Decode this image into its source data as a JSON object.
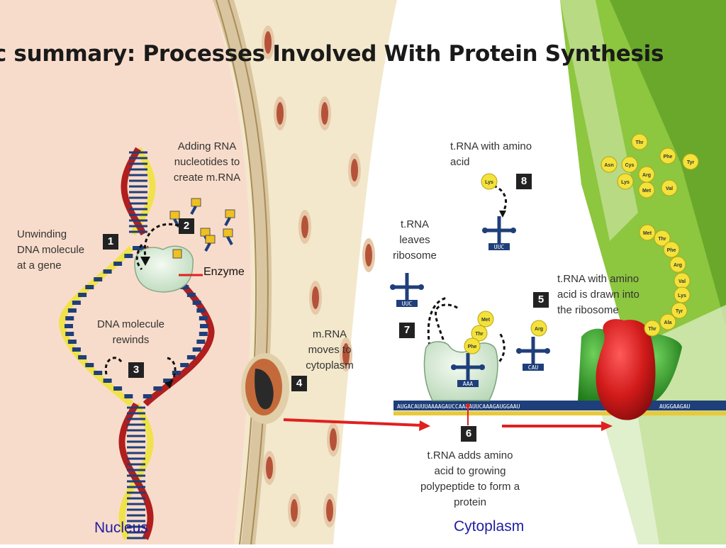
{
  "title": "tic summary: Processes Involved With Protein Synthesis",
  "labels": {
    "adding_rna": [
      "Adding RNA",
      "nucleotides to",
      "create m.RNA"
    ],
    "unwinding": [
      "Unwinding",
      "DNA molecule",
      "at a gene"
    ],
    "enzyme": "Enzyme",
    "rewinds": [
      "DNA molecule",
      "rewinds"
    ],
    "trna_amino": [
      "t.RNA  with amino",
      "acid"
    ],
    "trna_leaves": [
      "t.RNA",
      "leaves",
      "ribosome"
    ],
    "trna_drawn": [
      "t.RNA with amino",
      "acid is drawn into",
      "the ribosome"
    ],
    "mrna_moves": [
      "m.RNA",
      "moves to",
      "cytoplasm"
    ],
    "trna_adds": [
      "t.RNA adds amino",
      "acid to growing",
      "polypeptide to form a",
      "protein"
    ]
  },
  "regions": {
    "nucleus": "Nucleus",
    "cytoplasm": "Cytoplasm"
  },
  "steps": [
    "1",
    "2",
    "3",
    "4",
    "5",
    "6",
    "7",
    "8"
  ],
  "amino_acids": {
    "cluster": [
      "Thr",
      "Asn",
      "Cys",
      "Phe",
      "Tyr",
      "Arg",
      "Lys",
      "Met",
      "Val"
    ],
    "chain": [
      "Met",
      "Thr",
      "Phe",
      "Arg",
      "Val",
      "Lys",
      "Tyr",
      "Ala",
      "Thr"
    ],
    "at_ribosome": [
      "Met",
      "Thr",
      "Phe"
    ],
    "incoming": "Arg",
    "step8": "Lys"
  },
  "codons": {
    "trna_leaving": "UUC",
    "trna_top": "UUC",
    "trna_in_ribosome": "AAA",
    "trna_incoming": "CAU"
  },
  "mrna_sequence": "AUGACAUUUAAAAGAUCCAAUAUUCAAAGAUGGAAU",
  "mrna_end": "AUGGAAGAU",
  "colors": {
    "nucleus_bg": "#f8dccb",
    "cytoplasm_bg": "#f6efd9",
    "green_accent": "#7cb62f",
    "dna_red": "#b01e1e",
    "dna_yellow": "#f0e24a",
    "arrow_red": "#e02020",
    "region_label": "#1f1ea0"
  }
}
